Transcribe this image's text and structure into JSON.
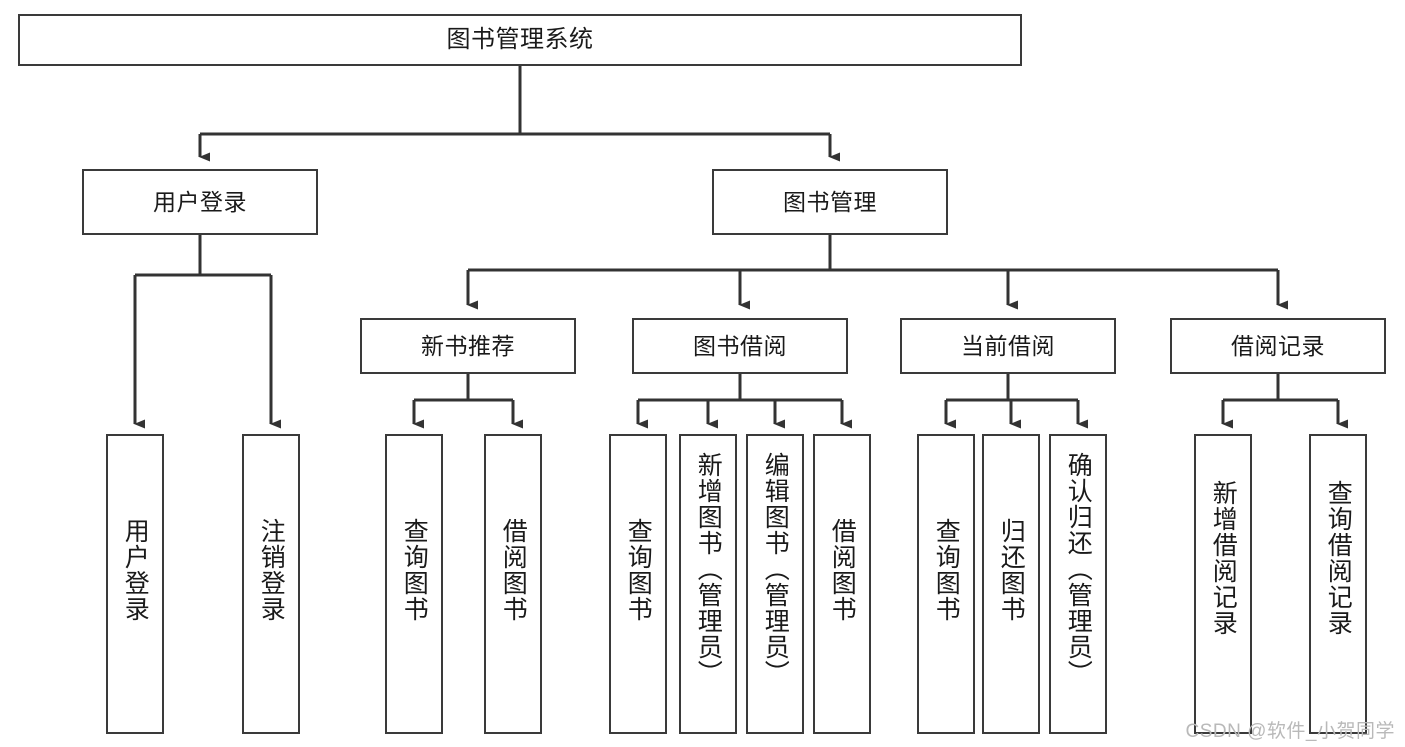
{
  "diagram": {
    "title": "图书管理系统",
    "type": "tree-hierarchy-diagram",
    "colors": {
      "box_border": "#3a3a3a",
      "box_fill": "#ffffff",
      "connector": "#333333",
      "text": "#1a1a1a",
      "watermark": "#b9b9b9",
      "background": "#ffffff"
    },
    "watermark": "CSDN @软件_小贺同学",
    "levels": {
      "root": "图书管理系统",
      "level2": [
        "用户登录",
        "图书管理"
      ],
      "level3": [
        "新书推荐",
        "图书借阅",
        "当前借阅",
        "借阅记录"
      ]
    },
    "nodes": {
      "root": {
        "label": "图书管理系统"
      },
      "user_login": {
        "label": "用户登录"
      },
      "book_manage": {
        "label": "图书管理"
      },
      "new_book_rec": {
        "label": "新书推荐"
      },
      "book_borrow": {
        "label": "图书借阅"
      },
      "current_borrow": {
        "label": "当前借阅"
      },
      "borrow_record": {
        "label": "借阅记录"
      },
      "leaf_user_login": {
        "label": "用户登录"
      },
      "leaf_user_logout": {
        "label": "注销登录"
      },
      "leaf_query_book_1": {
        "label": "查询图书"
      },
      "leaf_borrow_book_1": {
        "label": "借阅图书"
      },
      "leaf_query_book_2": {
        "label": "查询图书"
      },
      "leaf_add_book": {
        "label": "新增图书（管理员）"
      },
      "leaf_edit_book": {
        "label": "编辑图书（管理员）"
      },
      "leaf_borrow_book_2": {
        "label": "借阅图书"
      },
      "leaf_query_book_3": {
        "label": "查询图书"
      },
      "leaf_return_book": {
        "label": "归还图书"
      },
      "leaf_confirm_return": {
        "label": "确认归还（管理员）"
      },
      "leaf_add_record": {
        "label": "新增借阅记录"
      },
      "leaf_query_record": {
        "label": "查询借阅记录"
      }
    }
  }
}
